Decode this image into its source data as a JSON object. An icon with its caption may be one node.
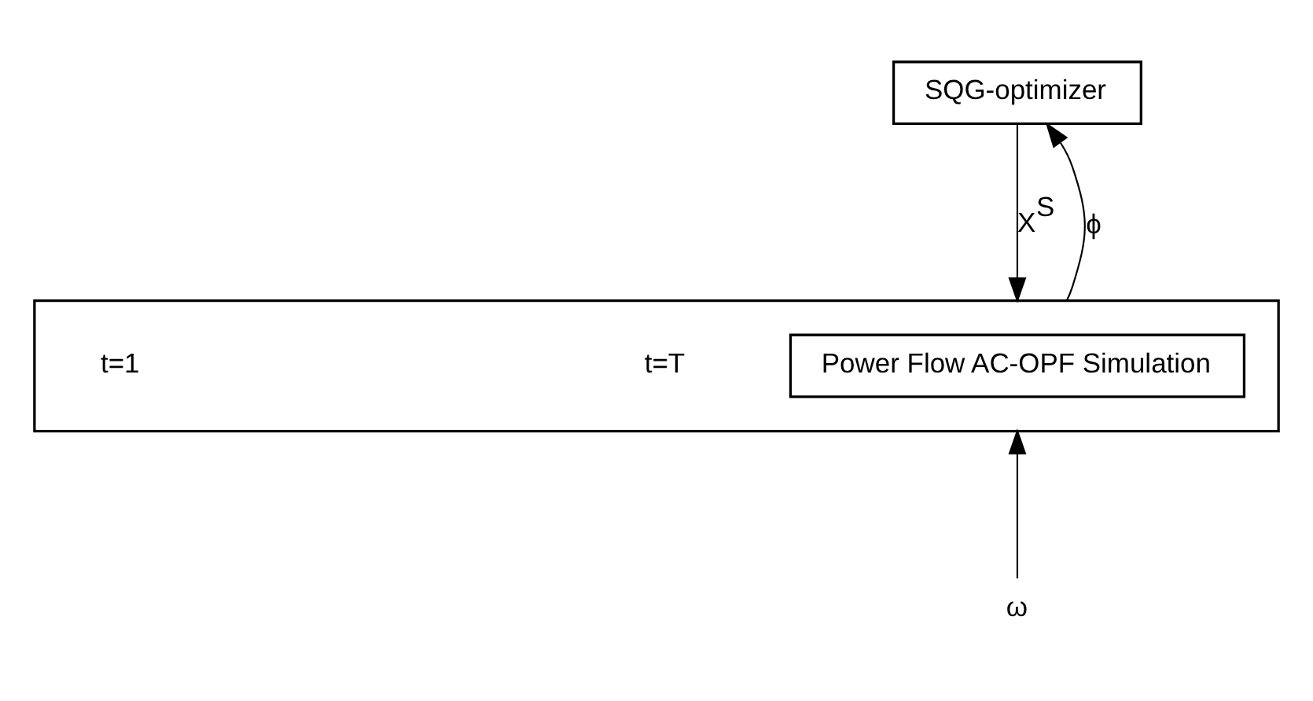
{
  "diagram": {
    "nodes": [
      {
        "text": [
          "SQG-optimizer"
        ]
      },
      {
        "text": [],
        "shape": "box"
      },
      {
        "text": [
          "Power Flow AC-OPF Simulation"
        ],
        "in": 1
      },
      {
        "text": [
          "ω"
        ]
      }
    ],
    "edges": [
      {
        "from": 0,
        "to": 1,
        "arrow": "to",
        "label": "X$^{S}$"
      },
      {
        "from": 1,
        "to": 0,
        "arrow": "to",
        "label": "ϕ"
      },
      {
        "from": 3,
        "to": 1,
        "arrow": "to"
      }
    ],
    "labels": [
      "t=1",
      "t=T"
    ]
  }
}
